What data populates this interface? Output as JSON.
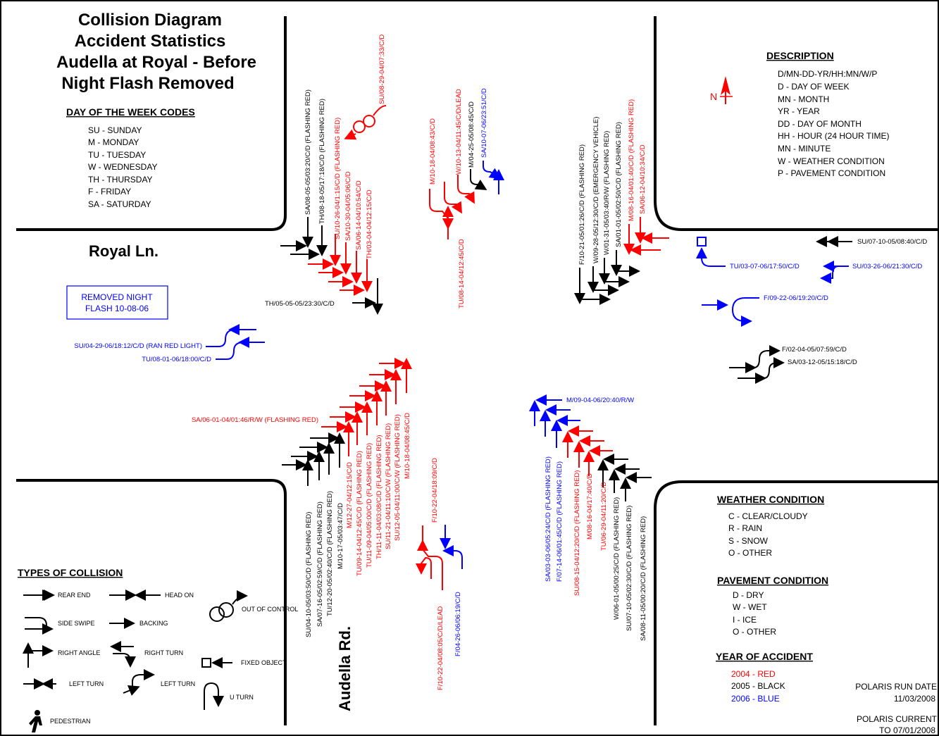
{
  "colors": {
    "y2004": "#ff0000",
    "y2005": "#000000",
    "y2006": "#0000ff"
  },
  "title": {
    "line1": "Collision Diagram",
    "line2": "Accident Statistics",
    "line3": "Audella at Royal - Before",
    "line4": "Night Flash Removed"
  },
  "day_codes": {
    "heading": "DAY OF THE WEEK CODES",
    "items": [
      "SU - SUNDAY",
      "M - MONDAY",
      "TU - TUESDAY",
      "W - WEDNESDAY",
      "TH - THURSDAY",
      "F - FRIDAY",
      "SA - SATURDAY"
    ]
  },
  "description": {
    "heading": "DESCRIPTION",
    "items": [
      "D/MN-DD-YR/HH:MN/W/P",
      "D - DAY OF WEEK",
      "MN - MONTH",
      "YR - YEAR",
      "DD - DAY OF MONTH",
      "HH - HOUR (24 HOUR TIME)",
      "MN - MINUTE",
      "W - WEATHER CONDITION",
      "P - PAVEMENT CONDITION"
    ]
  },
  "north_label": "N",
  "streets": {
    "horizontal": "Royal Ln.",
    "vertical": "Audella Rd."
  },
  "removed_box": {
    "line1": "REMOVED NIGHT",
    "line2": "FLASH 10-08-06"
  },
  "weather": {
    "heading": "WEATHER CONDITION",
    "items": [
      "C - CLEAR/CLOUDY",
      "R - RAIN",
      "S - SNOW",
      "O - OTHER"
    ]
  },
  "pavement": {
    "heading": "PAVEMENT CONDITION",
    "items": [
      "D - DRY",
      "W - WET",
      "I - ICE",
      "O - OTHER"
    ]
  },
  "year_legend": {
    "heading": "YEAR OF ACCIDENT",
    "y2004": "2004 - RED",
    "y2005": "2005 - BLACK",
    "y2006": "2006 - BLUE"
  },
  "polaris": {
    "run_label": "POLARIS RUN DATE",
    "run_date": "11/03/2008",
    "current_label": "POLARIS CURRENT",
    "current_date": "TO 07/01/2008"
  },
  "collision_types": {
    "heading": "TYPES OF COLLISION",
    "rear_end": "REAR END",
    "head_on": "HEAD ON",
    "out_of_control": "OUT OF CONTROL",
    "side_swipe": "SIDE SWIPE",
    "backing": "BACKING",
    "right_angle": "RIGHT ANGLE",
    "right_turn": "RIGHT TURN",
    "fixed_object": "FIXED OBJECT",
    "left_turn_a": "LEFT TURN",
    "left_turn_b": "LEFT TURN",
    "u_turn": "U TURN",
    "pedestrian": "PEDESTRIAN"
  },
  "records": {
    "nw_top": [
      {
        "text": "SA/08-05-05/03:20/C/D (FLASHING RED)",
        "year": "y2005"
      },
      {
        "text": "TH/08-18-05/17:18/C/D (FLASHING RED)",
        "year": "y2005"
      },
      {
        "text": "SU/10-26-04/1:15/C/D (FLASHING RED)",
        "year": "y2004"
      },
      {
        "text": "SA/10-30-04/05:06/C/D",
        "year": "y2004"
      },
      {
        "text": "SA/06-14-04/10:54/C/D",
        "year": "y2004"
      },
      {
        "text": "TH/03-04-04/12:15/C/D",
        "year": "y2004"
      }
    ],
    "nw_ooc": {
      "text": "SU/08-29-04/07:33/C/D",
      "year": "y2004"
    },
    "nw_side": {
      "text": "TH/05-05-05/23:30/C/D",
      "year": "y2005"
    },
    "n_mid": [
      {
        "text": "M/10-18-04/08:43/C/D",
        "year": "y2004"
      },
      {
        "text": "W/10-13-04/11:45/C/D/LEAD",
        "year": "y2004"
      },
      {
        "text": "M/04-25-05/08:45/C/D",
        "year": "y2005"
      },
      {
        "text": "SA/10-07-06/23:51/C/D",
        "year": "y2006"
      }
    ],
    "n_mid_low": {
      "text": "TU/08-14-04/12:45/C/D",
      "year": "y2004"
    },
    "ne_top": [
      {
        "text": "F/10-21-05/01:26/C/D (FLASHING RED)",
        "year": "y2005"
      },
      {
        "text": "W/09-28-05/12:30/C/D (EMERGENCY VEHICLE)",
        "year": "y2005"
      },
      {
        "text": "W/01-31-05/03:40/R/W (FLASHING RED)",
        "year": "y2005"
      },
      {
        "text": "SA/01-01-05/02:50/C/D (FLASHING RED)",
        "year": "y2005"
      },
      {
        "text": "M/08-16-04/01:40/C/D (FLASHING RED)",
        "year": "y2004"
      },
      {
        "text": "SA/06-12-04/10:34/C/D",
        "year": "y2004"
      }
    ],
    "e_side": [
      {
        "text": "SU/07-10-05/08:40/C/D",
        "year": "y2005"
      },
      {
        "text": "TU/03-07-06/17:50/C/D",
        "year": "y2006"
      },
      {
        "text": "SU/03-26-06/21:30/C/D",
        "year": "y2006"
      },
      {
        "text": "F/09-22-06/19:20/C/D",
        "year": "y2006"
      },
      {
        "text": "F/02-04-05/07:59/C/D",
        "year": "y2005"
      },
      {
        "text": "SA/03-12-05/15:18/C/D",
        "year": "y2005"
      }
    ],
    "w_side": [
      {
        "text": "SU/04-29-06/18:12/C/D (RAN RED LIGHT)",
        "year": "y2006"
      },
      {
        "text": "TU/08-01-06/18:00/C/D",
        "year": "y2006"
      }
    ],
    "sw_head": {
      "text": "SA/06-01-04/01:46/R/W (FLASHING RED)",
      "year": "y2004"
    },
    "sw_black": [
      {
        "text": "SU/04-10-05/03:50/C/D (FLASHING RED)",
        "year": "y2005"
      },
      {
        "text": "SA/07-16-05/02:59/C/D (FLASHING RED)",
        "year": "y2005"
      },
      {
        "text": "TU/12-20-05/02:40/C/D (FLASHING RED)",
        "year": "y2005"
      },
      {
        "text": "M/10-17-05/03:47/C/D",
        "year": "y2005"
      }
    ],
    "sw_red": [
      {
        "text": "M/12-27-04/12:15/C/D",
        "year": "y2004"
      },
      {
        "text": "TU/09-14-04/12:45/C/D (FLASHING RED)",
        "year": "y2004"
      },
      {
        "text": "TU/11-09-04/05:00/C/D (FLASHING RED)",
        "year": "y2004"
      },
      {
        "text": "TH/11-11-04/03:08/C/D (FLASHING RED)",
        "year": "y2004"
      },
      {
        "text": "SU/11-21-04/11:10/C/W (FLASHING RED)",
        "year": "y2004"
      },
      {
        "text": "SU/12-05-04/11:00/C/W (FLASHING RED)",
        "year": "y2004"
      },
      {
        "text": "M/10-18-04/08:45/C/D",
        "year": "y2004"
      }
    ],
    "s_mid": [
      {
        "text": "F/10-22-04/08:05/C/D/LEAD",
        "year": "y2004"
      },
      {
        "text": "F/10-22-04/18:09/C/D",
        "year": "y2004"
      },
      {
        "text": "F/04-26-06/06:19/C/D",
        "year": "y2006"
      }
    ],
    "se_head": {
      "text": "M/09-04-06/20:40/R/W",
      "year": "y2006"
    },
    "se_recs": [
      {
        "text": "SA/03-03-06/05:24/C/D (FLASHING RED)",
        "year": "y2006"
      },
      {
        "text": "F/07-14-06/01:45/C/D (FLASHING RED)",
        "year": "y2006"
      },
      {
        "text": "SU/08-15-04/12:20/C/D (FLASHING RED)",
        "year": "y2004"
      },
      {
        "text": "M/08-16-04/17:40/C/D",
        "year": "y2004"
      },
      {
        "text": "TU/06-29-04/11:20/C/D",
        "year": "y2004"
      },
      {
        "text": "W/06-01-05/00:25/C/D (FLASHING RED)",
        "year": "y2005"
      },
      {
        "text": "SU/07-10-05/02:30/C/D (FLASHING RED)",
        "year": "y2005"
      },
      {
        "text": "SA/08-11-05/00:20/C/D (FLASHING RED)",
        "year": "y2005"
      }
    ]
  }
}
